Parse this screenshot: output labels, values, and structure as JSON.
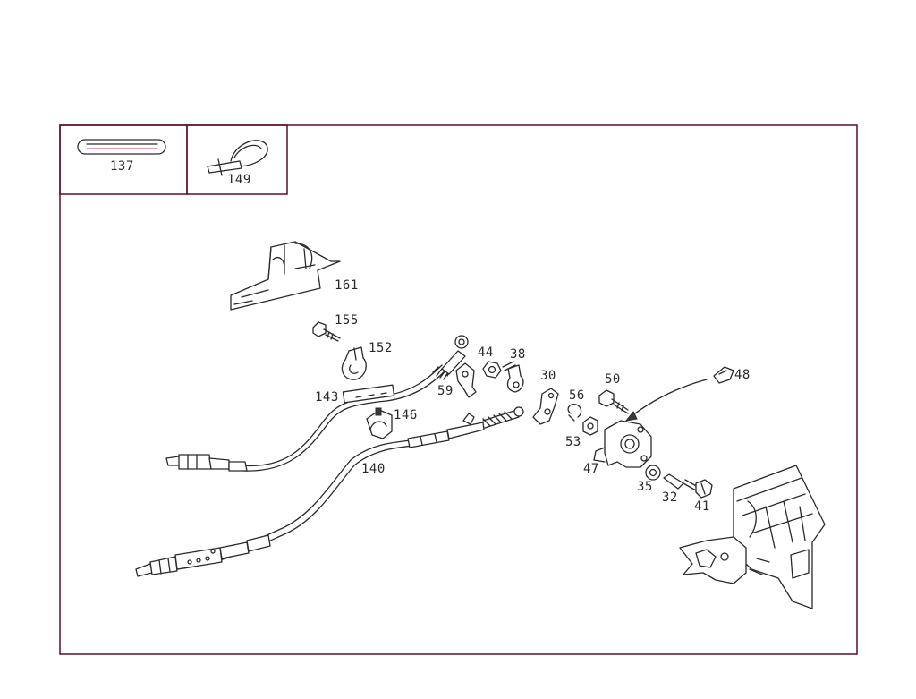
{
  "labels": {
    "p137": "137",
    "p149": "149",
    "p161": "161",
    "p155": "155",
    "p152": "152",
    "p143": "143",
    "p44": "44",
    "p38": "38",
    "p59": "59",
    "p30": "30",
    "p50": "50",
    "p48": "48",
    "p56": "56",
    "p146": "146",
    "p53": "53",
    "p140": "140",
    "p47": "47",
    "p35": "35",
    "p32": "32",
    "p41": "41"
  },
  "colors": {
    "frame": "#5a0f22",
    "line": "#2a2a2a",
    "accent": "#c3455f"
  }
}
